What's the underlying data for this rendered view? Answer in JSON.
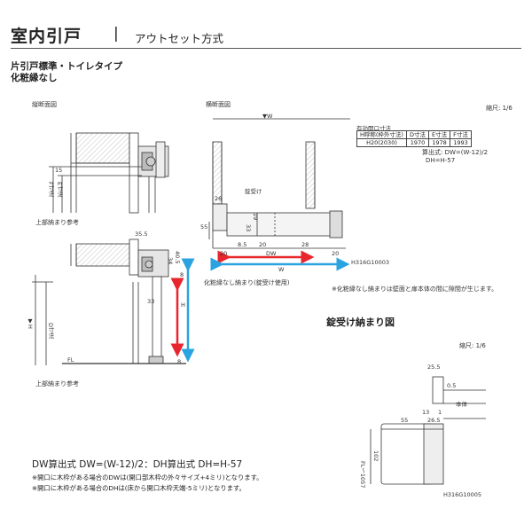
{
  "header": {
    "title": "室内引戸",
    "separator": "|",
    "subtitle": "アウトセット方式",
    "category_line1": "片引戸標準・トイレタイプ",
    "category_line2": "化粧縁なし"
  },
  "left_section": {
    "vertical_section_label": "縦断面図",
    "top_fit_ref_1": "上部納まり参考",
    "top_fit_ref_2": "上部納まり参考",
    "f_dim": "F寸法",
    "e_dim": "E寸法",
    "d_dim": "D寸法",
    "dim_15": "15",
    "dim_35_5": "35.5",
    "dim_34": "34",
    "dim_40_5": "40.5",
    "dim_8": "8",
    "dim_33": "33",
    "dim_h": "H",
    "dim_h_mark": "▼H",
    "dim_fl": "FL",
    "dim_8b": "8"
  },
  "middle_section": {
    "horizontal_section_label": "横断面図",
    "w_top": "▼W",
    "lock_receiver": "錠受け",
    "dim_26": "26",
    "dim_55": "55",
    "dim_33": "33",
    "dim_19": "19",
    "dim_20a": "20",
    "dim_8_5": "8.5",
    "dim_20b": "20",
    "dim_28": "28",
    "dim_20c": "20",
    "dim_dw": "DW",
    "dim_w": "W",
    "caption": "化粧縁なし納まり(錠受け使用)",
    "drawing_no": "H316G10003"
  },
  "right_section": {
    "scale": "縮尺: 1/6",
    "table_title": "有効開口寸法",
    "table_headers": [
      "H呼称(枠外寸法)",
      "D寸法",
      "E寸法",
      "F寸法"
    ],
    "table_row": [
      "H20(2030)",
      "1970",
      "1978",
      "1993"
    ],
    "formula_dw": "算出式: DW=(W-12)/2",
    "formula_dh": "DH=H-57",
    "note_gap": "※化粧縁なし納まりは壁面と扉本体の間に隙間が生じます。"
  },
  "lock_detail": {
    "title": "錠受け納まり図",
    "scale": "縮尺: 1/6",
    "dim_25_5": "25.5",
    "dim_0_5": "0.5",
    "body_label": "本体",
    "dim_13": "13",
    "dim_1": "1",
    "dim_55": "55",
    "dim_26_5": "26.5",
    "dim_102": "102",
    "dim_fl": "FL～1057",
    "drawing_no": "H316G10005"
  },
  "footer": {
    "formula": "DW算出式 DW=(W-12)/2：DH算出式 DH=H-57",
    "note1": "※開口に木枠がある場合のDWは(開口部木枠の外々サイズ+4ミリ)となります。",
    "note2": "※開口に木枠がある場合のDHは(床から開口木枠天端-5ミリ)となります。"
  },
  "colors": {
    "accent_red": "#e8262e",
    "accent_blue": "#2aa3e0",
    "line": "#333333",
    "wall_fill": "#f2f2f2"
  }
}
